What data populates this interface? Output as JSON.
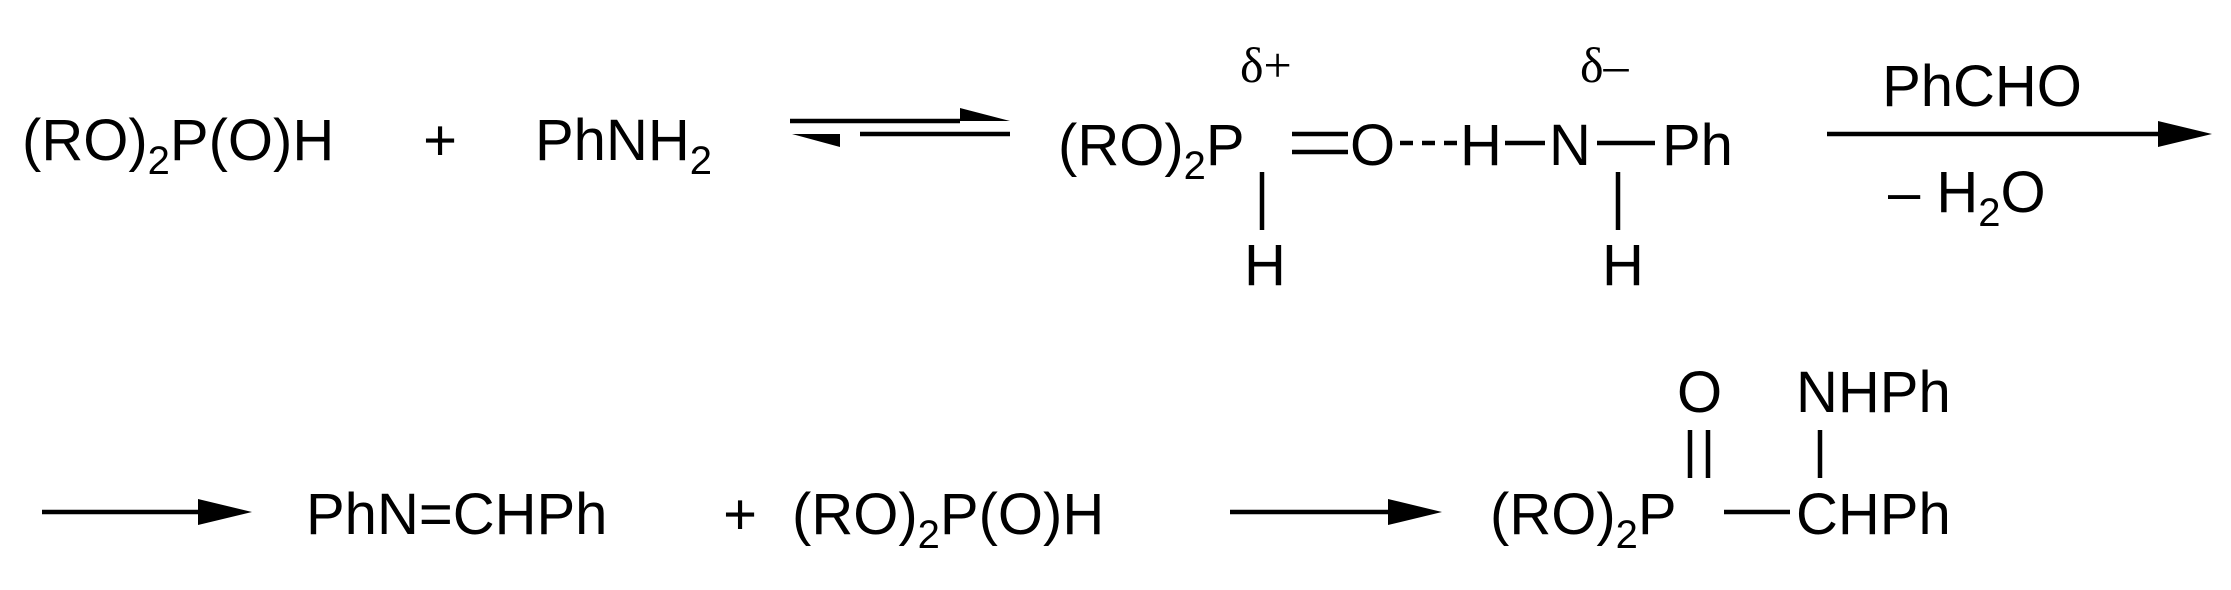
{
  "reactant_phosphite": {
    "prefix": "(RO)",
    "sub": "2",
    "suffix": "P(O)H"
  },
  "plus_1": "+",
  "reactant_aniline": {
    "prefix": "PhNH",
    "sub": "2"
  },
  "complex": {
    "phosphite_prefix": "(RO)",
    "phosphite_sub": "2",
    "phosphorus": "P",
    "oxygen": "O",
    "hydrogen_bridge": "H",
    "nitrogen": "N",
    "phenyl": "Ph",
    "p_hydrogen": "H",
    "n_hydrogen": "H",
    "delta_plus": "δ+",
    "delta_minus": "δ–"
  },
  "arrow_step2": {
    "reagent": "PhCHO",
    "byproduct_prefix": "– H",
    "byproduct_sub": "2",
    "byproduct_suffix": "O"
  },
  "imine": "PhN=CHPh",
  "plus_2": "+",
  "reactant_phosphite_2": {
    "prefix": "(RO)",
    "sub": "2",
    "suffix": "P(O)H"
  },
  "product": {
    "phosphite_prefix": "(RO)",
    "phosphite_sub": "2",
    "phosphorus": "P",
    "carbon_group": "CHPh",
    "oxygen": "O",
    "amine_group": "NHPh"
  },
  "colors": {
    "ink": "#000000",
    "background": "#ffffff"
  }
}
